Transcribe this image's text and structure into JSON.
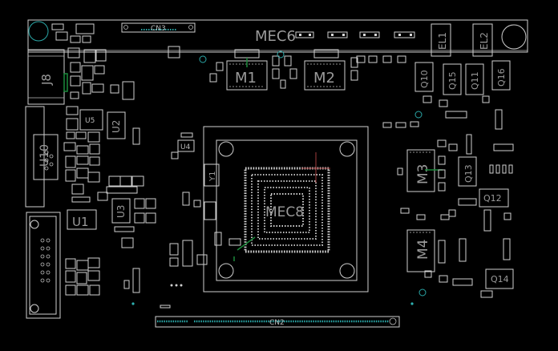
{
  "board": {
    "labels": {
      "mec_top": "MEC6",
      "mec_center": "MEC8",
      "cn3": "CN3",
      "cn2": "CN2",
      "j8": "J8",
      "m1": "M1",
      "m2": "M2",
      "m3": "M3",
      "m4": "M4",
      "u1": "U1",
      "u2": "U2",
      "u3": "U3",
      "u4": "U4",
      "u5": "U5",
      "u10": "U10",
      "q10": "Q10",
      "q11": "Q11",
      "q12": "Q12",
      "q13": "Q13",
      "q14": "Q14",
      "q15": "Q15",
      "q16": "Q16",
      "el1": "EL1",
      "el2": "EL2",
      "y1": "Y1"
    }
  }
}
